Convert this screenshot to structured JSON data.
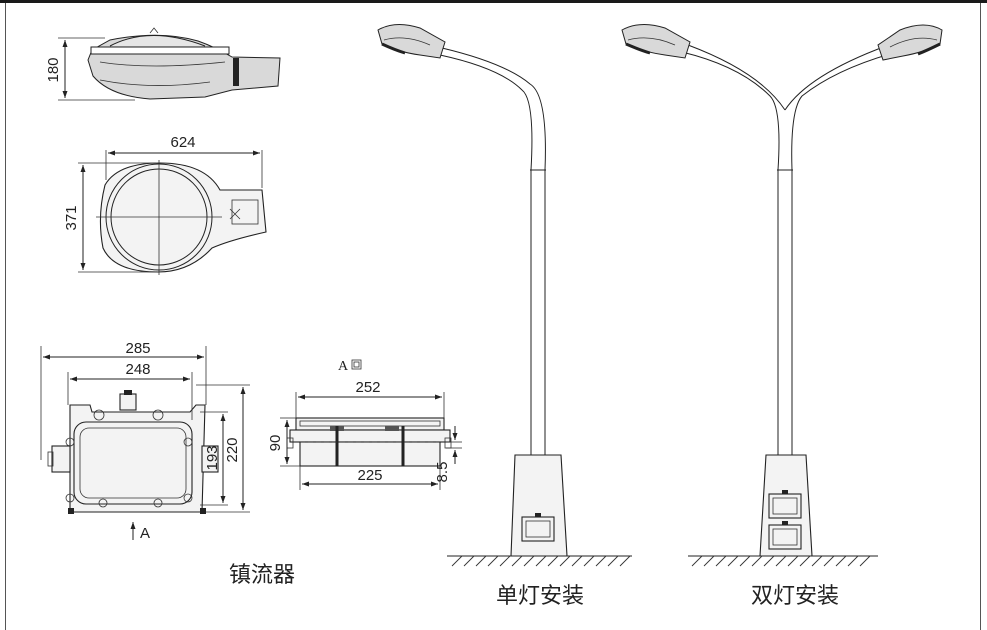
{
  "dimensions": {
    "lamp_height": "180",
    "lamp_length": "624",
    "lamp_width": "371",
    "ballast_outer_width": "285",
    "ballast_inner_width": "248",
    "ballast_height_outer": "220",
    "ballast_height_inner": "193",
    "side_top_width": "252",
    "side_bottom_width": "225",
    "side_height": "90",
    "side_offset": "8.5"
  },
  "labels": {
    "view_marker": "A",
    "view_marker_top": "A",
    "ballast_caption": "镇流器",
    "single_lamp_caption": "单灯安装",
    "double_lamp_caption": "双灯安装"
  },
  "colors": {
    "line": "#222222",
    "fill_light": "#f3f3f3",
    "fill_gray": "#d9d9d9",
    "frame": "#1a1a1a"
  }
}
